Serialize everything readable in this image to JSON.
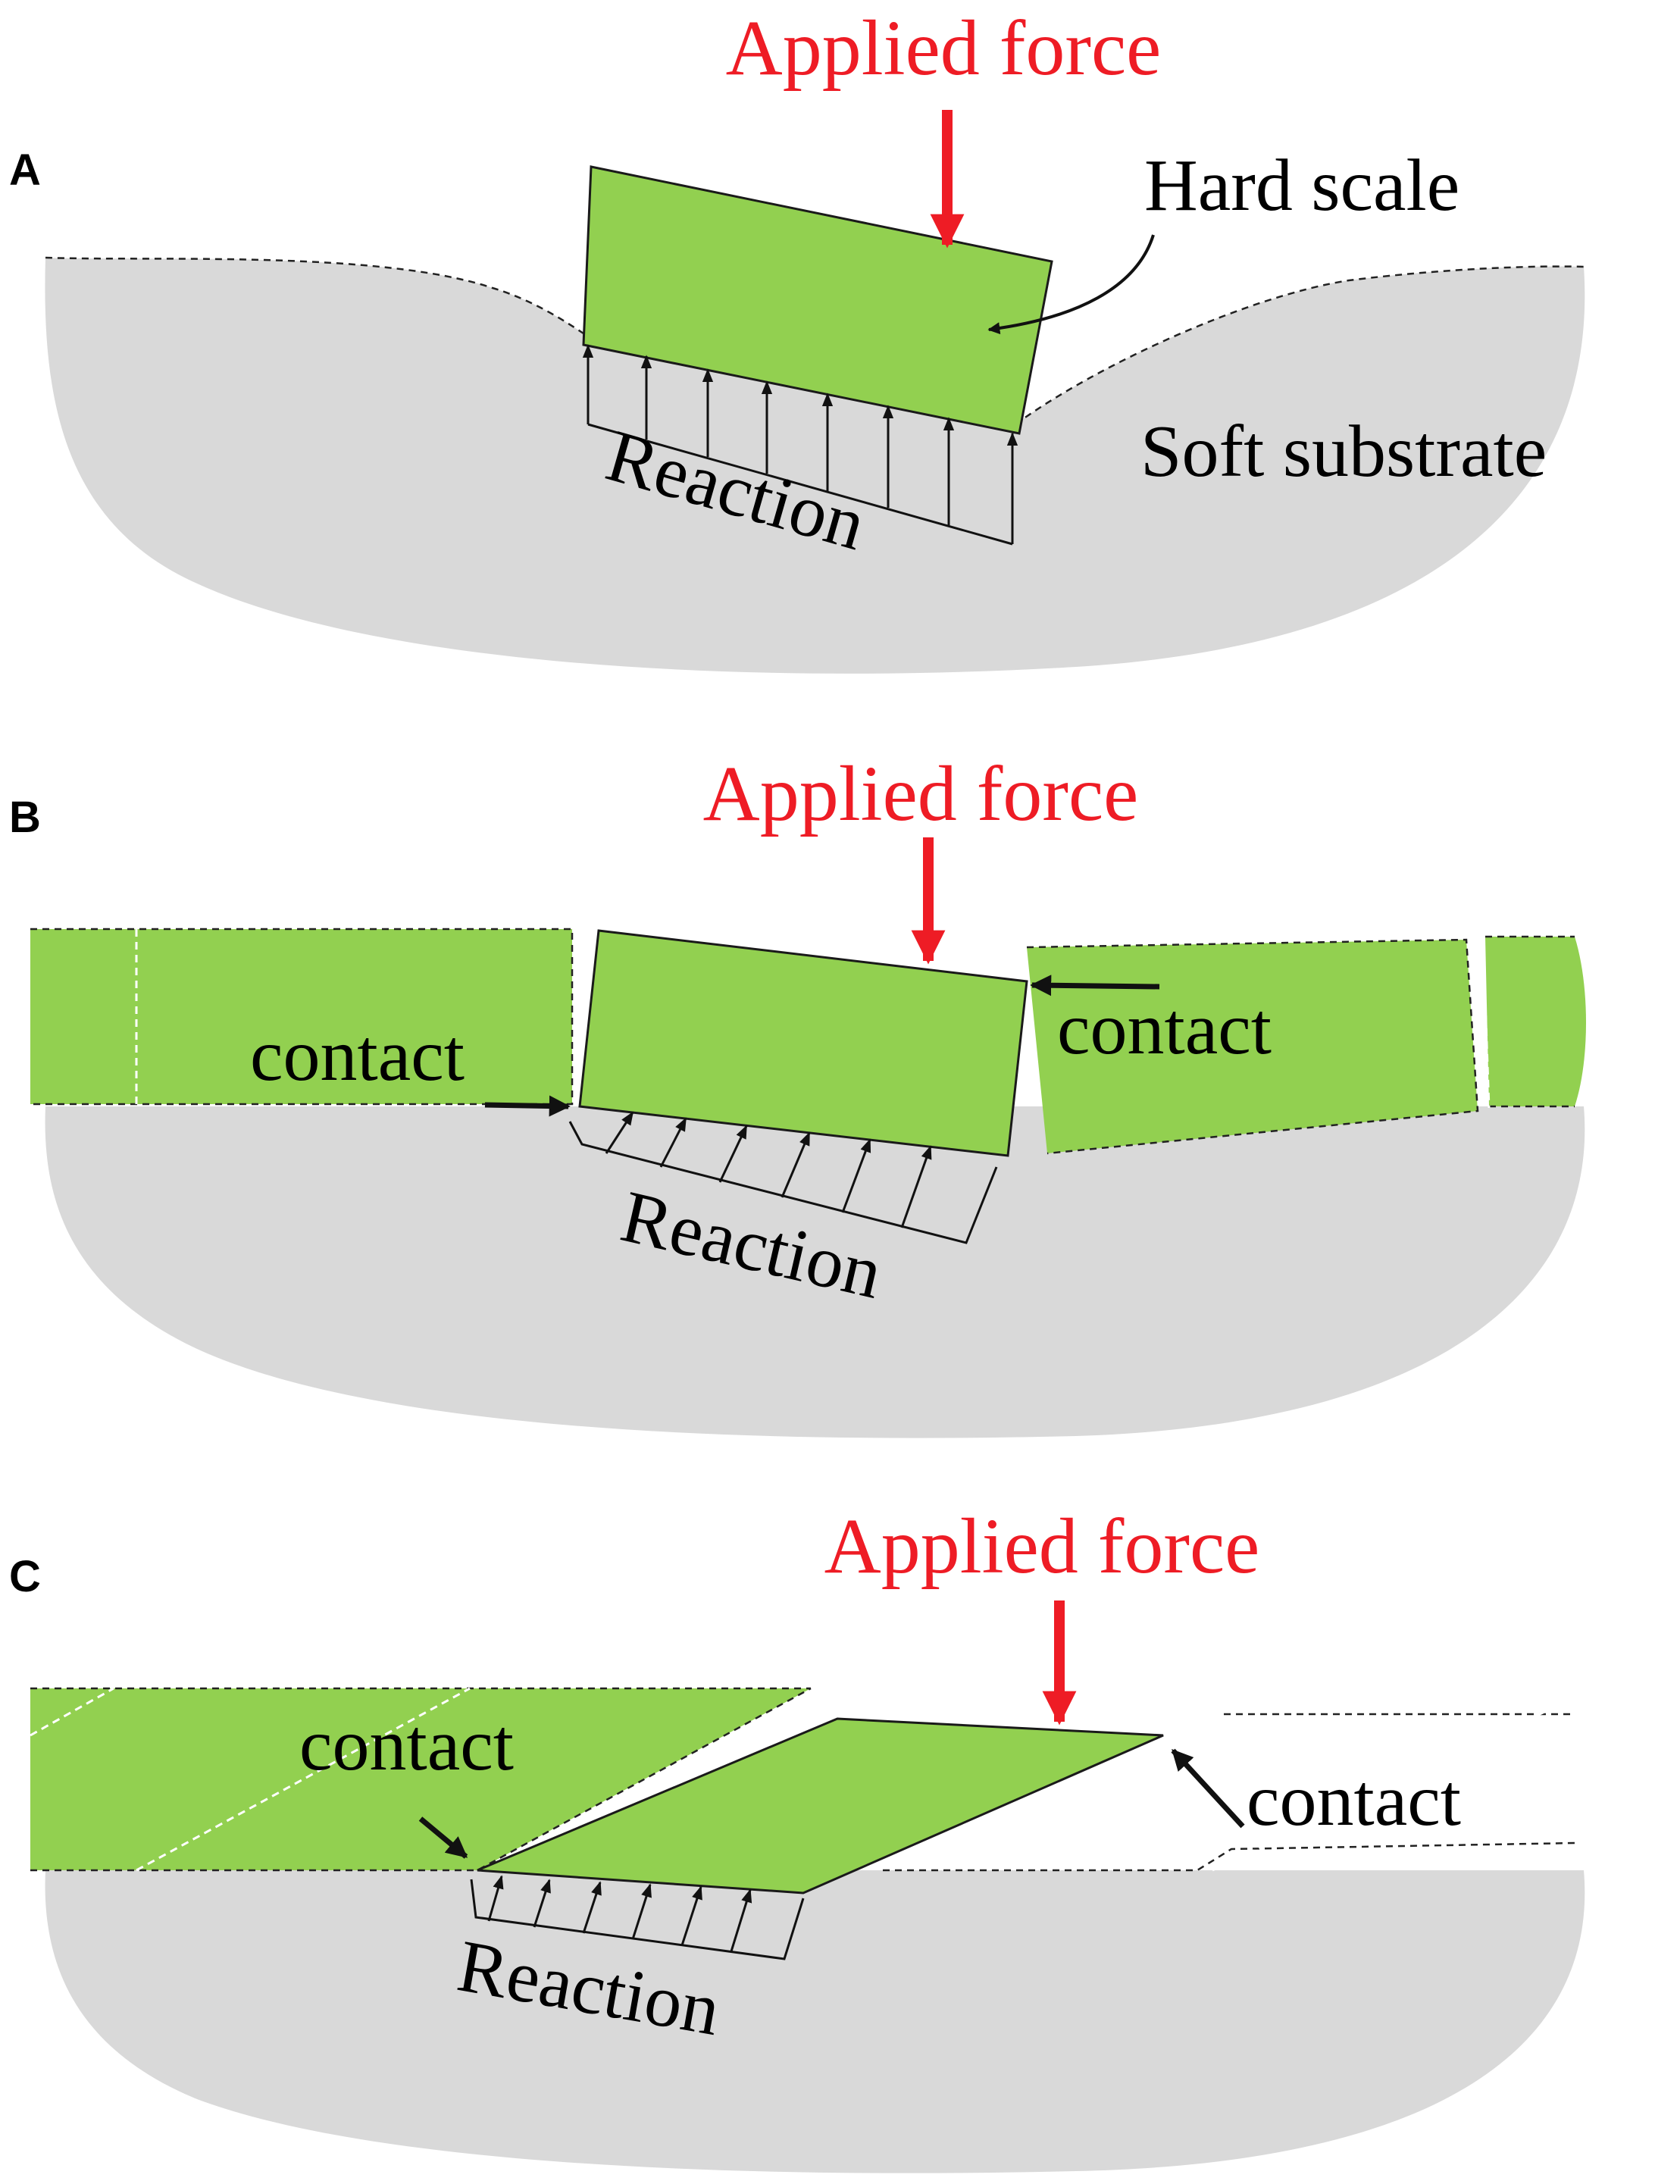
{
  "colors": {
    "substrate": "#d9d9d9",
    "scale": "#92d050",
    "force": "#ee1c25",
    "ink": "#000000"
  },
  "panels": [
    {
      "letter": "A",
      "applied_force": "Applied force",
      "hard_scale": "Hard scale",
      "soft_substrate": "Soft substrate",
      "reaction": "Reaction"
    },
    {
      "letter": "B",
      "applied_force": "Applied force",
      "contact_left": "contact",
      "contact_right": "contact",
      "reaction": "Reaction"
    },
    {
      "letter": "C",
      "applied_force": "Applied force",
      "contact_left": "contact",
      "contact_right": "contact",
      "reaction": "Reaction"
    }
  ]
}
